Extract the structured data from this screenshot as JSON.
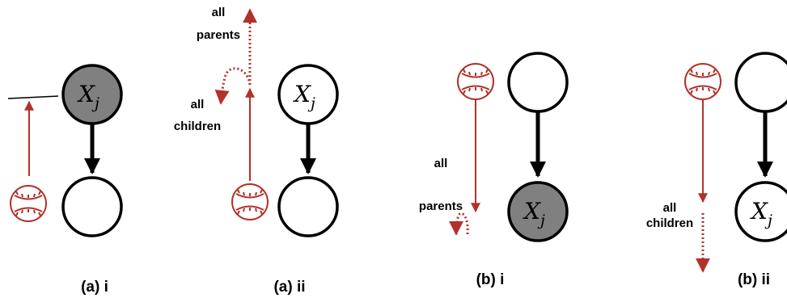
{
  "colors": {
    "path": "#b2312a",
    "observed_node": "#808080",
    "node_stroke": "#000000"
  },
  "node_variable": {
    "base": "X",
    "subscript": "j"
  },
  "panels": [
    {
      "caption": "(a) i",
      "observed": true,
      "annotations": []
    },
    {
      "caption": "(a) ii",
      "observed": false,
      "annotations": [
        "all",
        "parents",
        "all",
        "children"
      ]
    },
    {
      "caption": "(b) i",
      "observed": true,
      "annotations": [
        "all",
        "parents"
      ]
    },
    {
      "caption": "(b) ii",
      "observed": false,
      "annotations": [
        "all",
        "children"
      ]
    }
  ],
  "icons": [
    "baseball-icon"
  ]
}
